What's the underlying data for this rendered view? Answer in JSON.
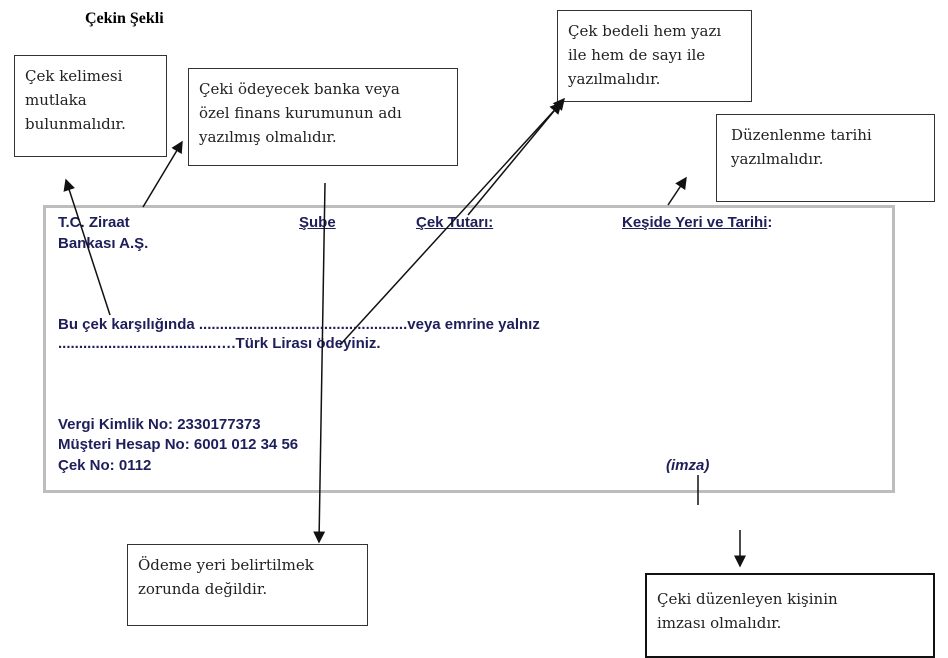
{
  "title": "Çekin Şekli",
  "notes": {
    "word": [
      "Çek kelimesi",
      "mutlaka",
      "bulunmalıdır."
    ],
    "bank": [
      "Çeki ödeyecek banka veya",
      "özel finans kurumunun adı",
      "yazılmış olmalıdır."
    ],
    "amount": [
      "Çek bedeli hem yazı",
      "ile hem de sayı ile",
      "yazılmalıdır."
    ],
    "date": [
      "Düzenlenme tarihi",
      "yazılmalıdır."
    ],
    "place": [
      "Ödeme yeri belirtilmek",
      "zorunda değildir."
    ],
    "signature": [
      "Çeki düzenleyen kişinin",
      "imzası olmalıdır."
    ]
  },
  "check": {
    "bank_line1": "T.C. Ziraat",
    "bank_line2": "Bankası A.Ş.",
    "branch": "Şube",
    "amount_label": "Çek Tutarı:",
    "date_label": "Keşide Yeri ve Tarihi",
    "date_colon": ":",
    "pay_line1": "Bu çek karşılığında ..................................................veya emrine yalnız",
    "pay_line2": "......................................….Türk Lirası ödeyiniz.",
    "tax_id": "Vergi Kimlik No: 2330177373",
    "account": "Müşteri Hesap No: 6001 012 34 56",
    "check_no": "Çek No: 0112",
    "signature": "(imza)"
  }
}
